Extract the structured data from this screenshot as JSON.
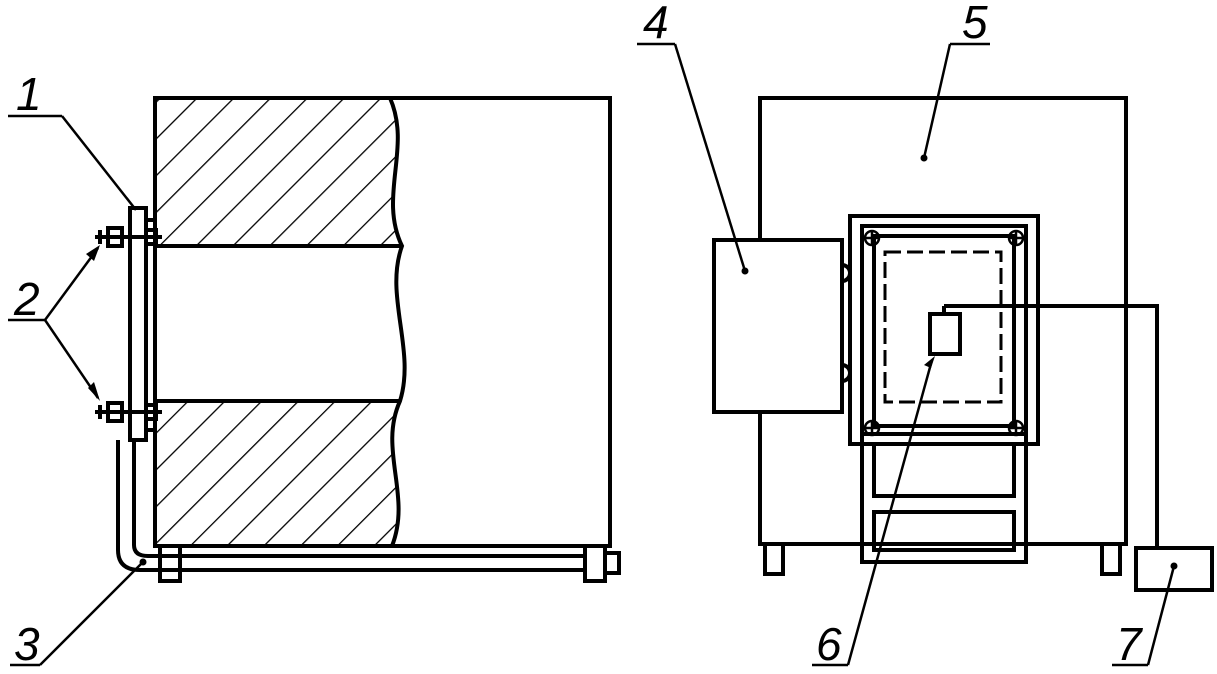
{
  "callouts": {
    "c1": "1",
    "c2": "2",
    "c3": "3",
    "c4": "4",
    "c5": "5",
    "c6": "6",
    "c7": "7"
  },
  "colors": {
    "ink": "#000000",
    "background": "#ffffff"
  }
}
